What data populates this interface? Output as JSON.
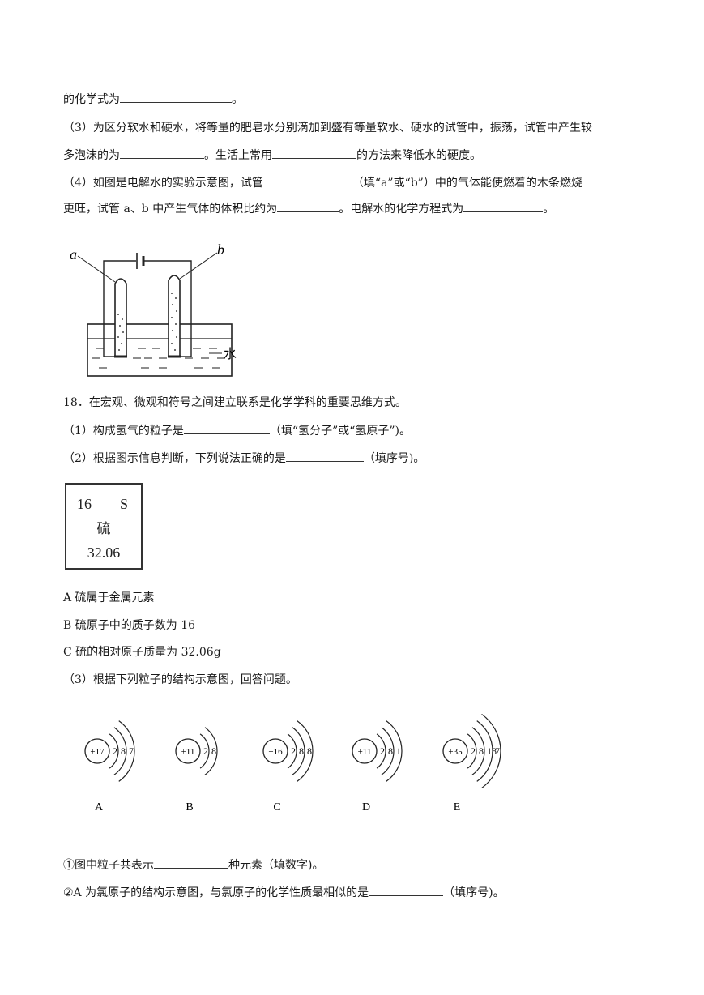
{
  "lines": {
    "l1_a": "的化学式为",
    "l1_b": "。",
    "q3_a": "（3）为区分软水和硬水，将等量的肥皂水分别滴加到盛有等量软水、硬水的试管中，振荡，试管中产生较",
    "q3_b": "多泡沫的为",
    "q3_c": "。生活上常用",
    "q3_d": "的方法来降低水的硬度。",
    "q4_a": "（4）如图是电解水的实验示意图，试管",
    "q4_b": "（填“a”或“b”）中的气体能使燃着的木条燃烧",
    "q4_c": "更旺，试管 a、b 中产生气体的体积比约为",
    "q4_d": "。电解水的化学方程式为",
    "q4_e": "。",
    "q18": "18．在宏观、微观和符号之间建立联系是化学学科的重要思维方式。",
    "q18_1a": "（1）构成氢气的粒子是",
    "q18_1b": "（填“氢分子”或“氢原子”)。",
    "q18_2a": "（2）根据图示信息判断，下列说法正确的是",
    "q18_2b": "（填序号)。",
    "optA": "A 硫属于金属元素",
    "optB": "B 硫原子中的质子数为 16",
    "optC": "C 硫的相对原子质量为 32.06g",
    "q18_3": "（3）根据下列粒子的结构示意图，回答问题。",
    "s1a": "①图中粒子共表示",
    "s1b": "种元素（填数字)。",
    "s2a": "②A 为氯原子的结构示意图，与氯原子的化学性质最相似的是",
    "s2b": "（填序号)。"
  },
  "electrolysis": {
    "label_a": "a",
    "label_b": "b",
    "water_label": "水"
  },
  "element": {
    "number": "16",
    "symbol": "S",
    "name": "硫",
    "mass": "32.06"
  },
  "atoms": [
    {
      "nucleus": "+17",
      "shells": "2 8 7",
      "label": "A"
    },
    {
      "nucleus": "+11",
      "shells": "2 8",
      "label": "B"
    },
    {
      "nucleus": "+16",
      "shells": "2 8 8",
      "label": "C"
    },
    {
      "nucleus": "+11",
      "shells": "2 8 1",
      "label": "D"
    },
    {
      "nucleus": "+35",
      "shells": "2 8 18 7",
      "label": "E"
    }
  ]
}
